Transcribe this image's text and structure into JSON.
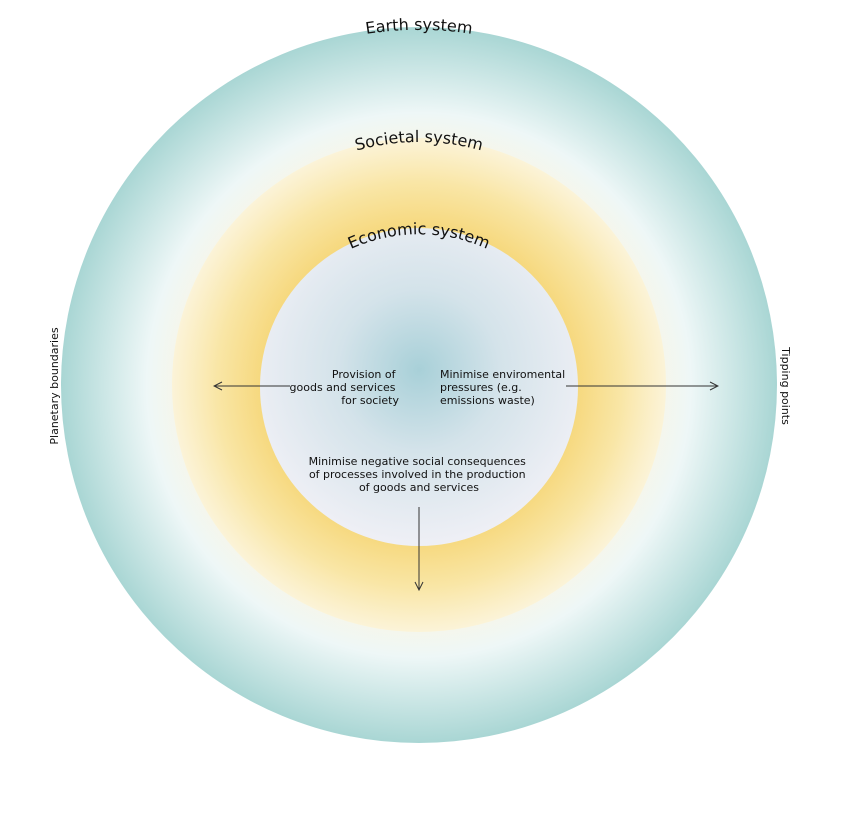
{
  "rings": {
    "earth": {
      "label": "Earth system"
    },
    "societal": {
      "label": "Societal system"
    },
    "economic": {
      "label": "Economic system"
    }
  },
  "side_labels": {
    "left": "Planetary boundaries",
    "right": "Tipping points"
  },
  "inner_text": {
    "left_lines": [
      "Provision of",
      "goods and services",
      "for society"
    ],
    "right_lines": [
      "Minimise enviromental",
      "pressures (e.g.",
      "emissions waste)"
    ],
    "bottom_lines": [
      "Minimise negative social consequences",
      "of processes involved in the production",
      "of goods and services"
    ]
  },
  "colors": {
    "earth_teal": "#a9d6d4",
    "earth_light": "#eef7f7",
    "societal_yellow": "#f6d77a",
    "societal_light": "#fcf1c8",
    "economic_blue": "#a8d0d8",
    "economic_light": "#eeeef5"
  }
}
